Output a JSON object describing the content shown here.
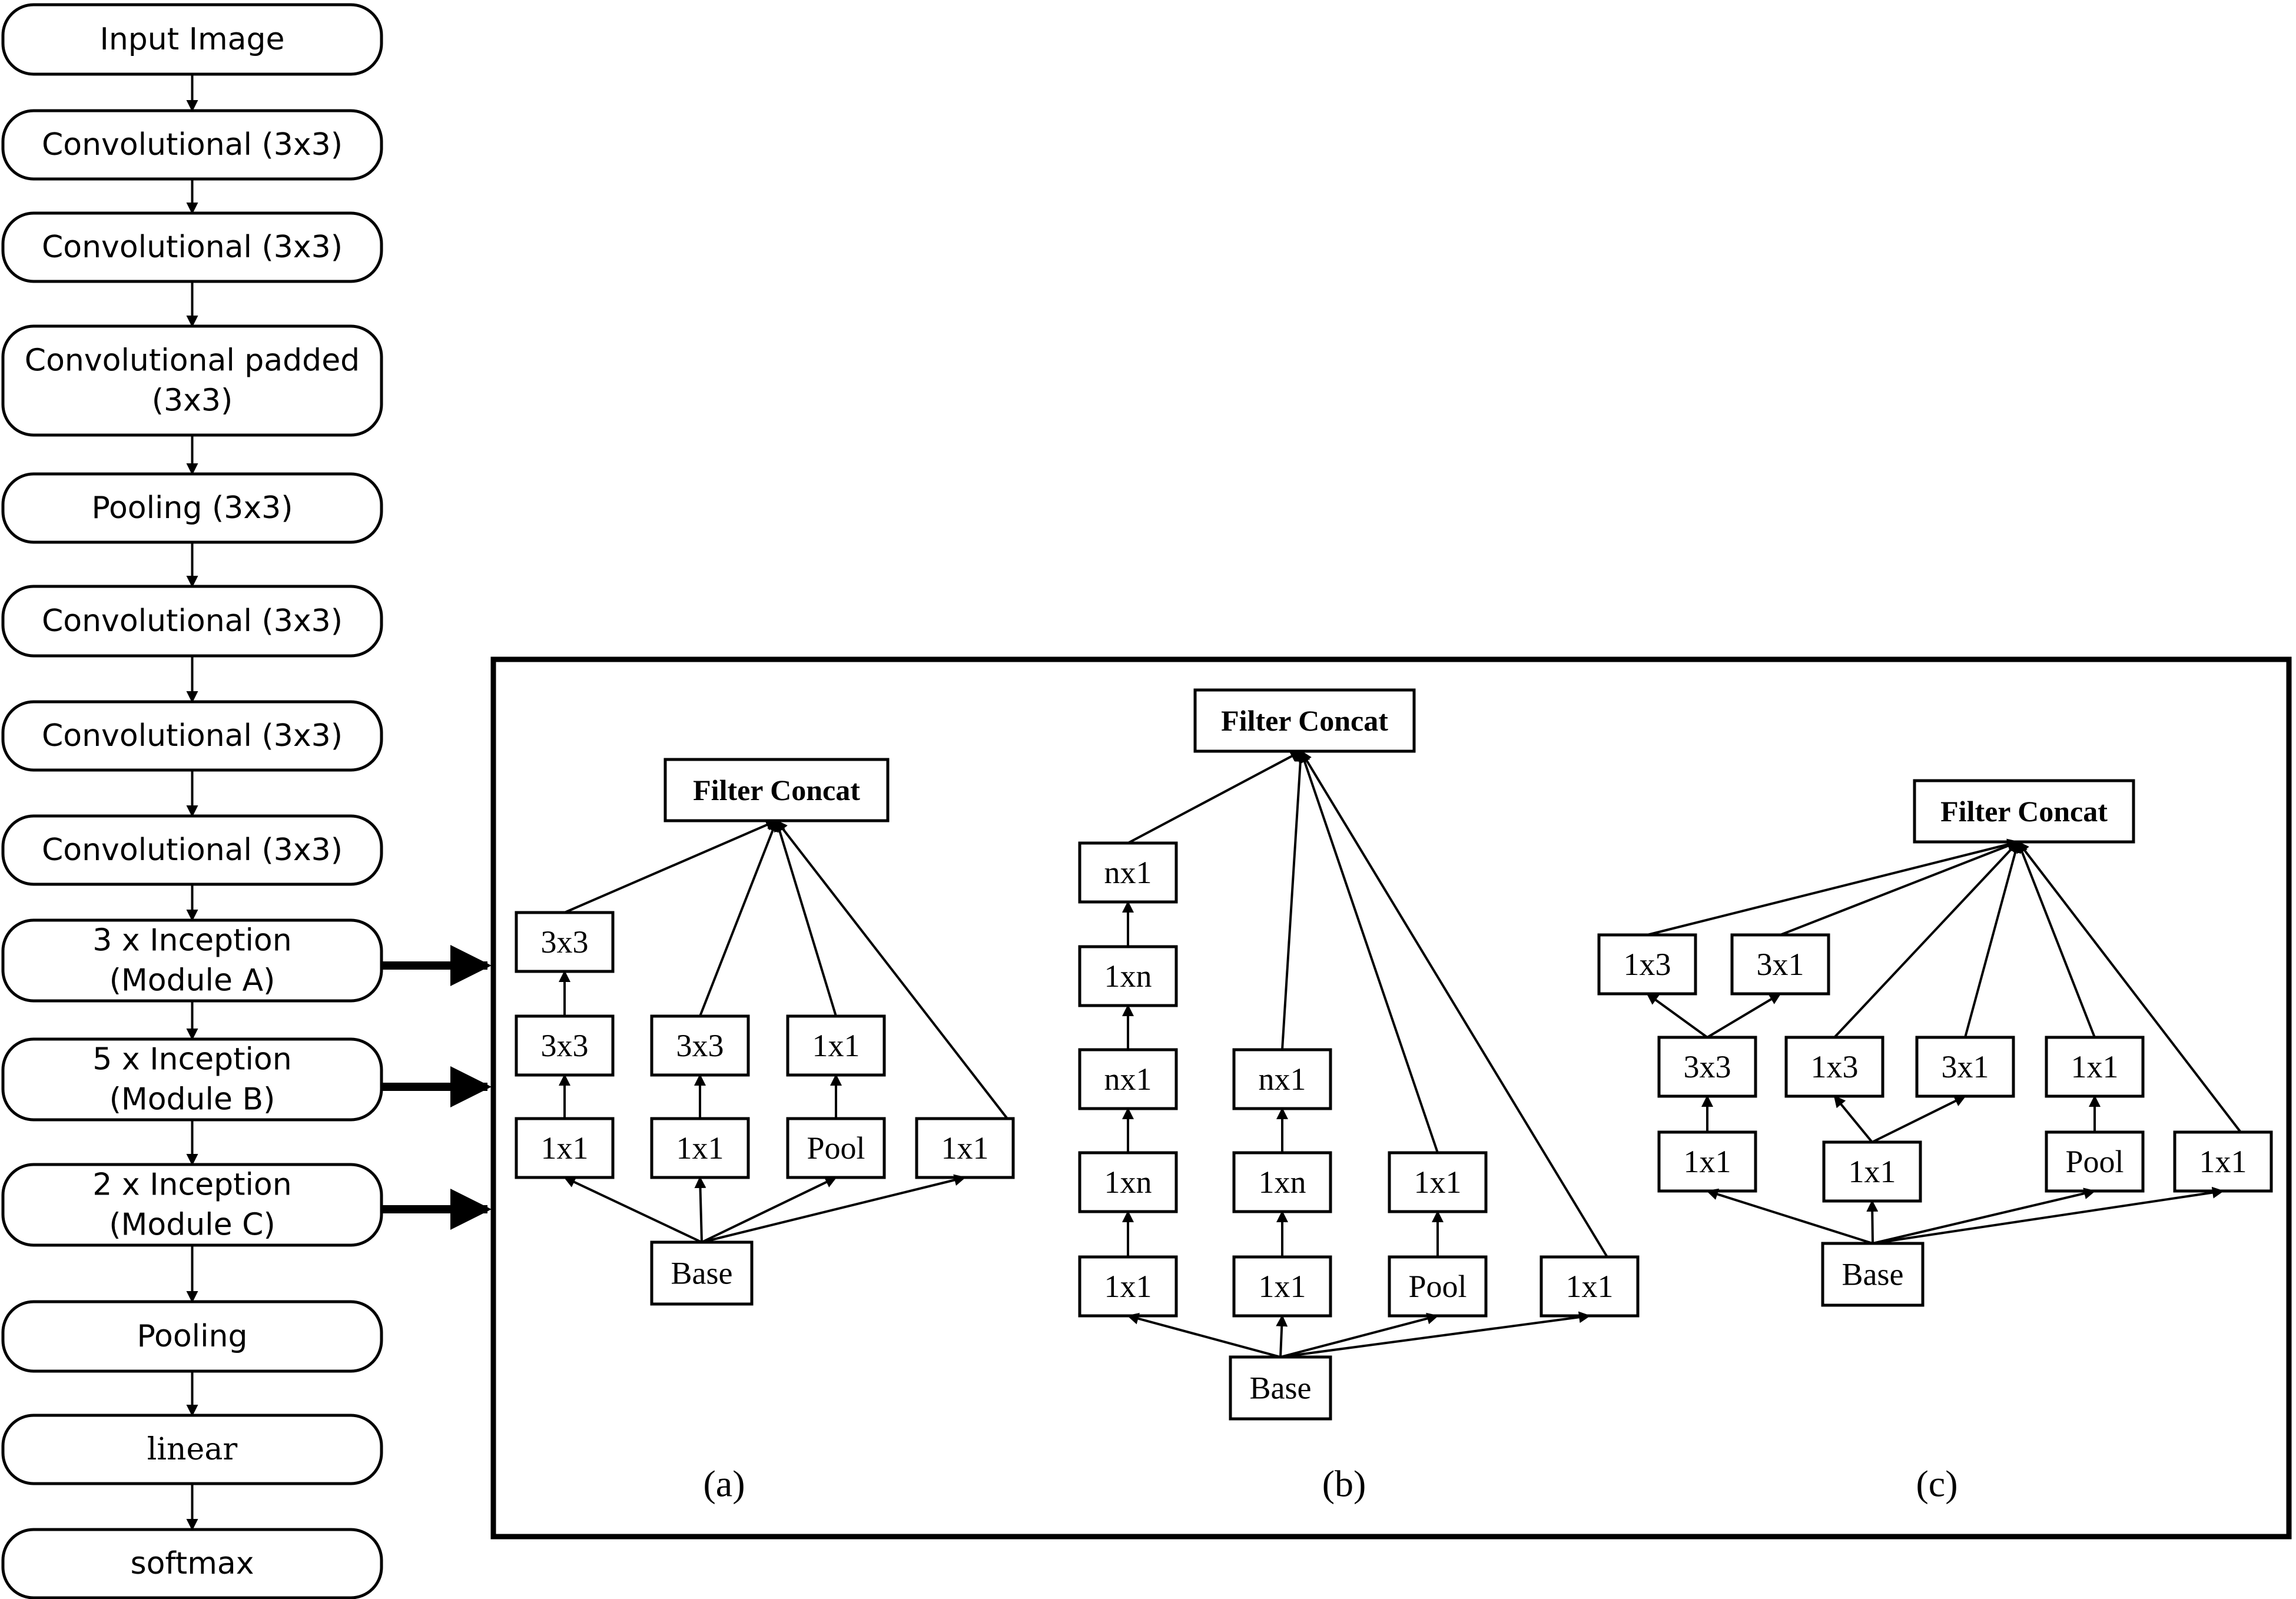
{
  "pipeline": [
    {
      "id": "input",
      "lines": [
        "Input Image"
      ]
    },
    {
      "id": "conv1",
      "lines": [
        "Convolutional (3x3)"
      ]
    },
    {
      "id": "conv2",
      "lines": [
        "Convolutional (3x3)"
      ]
    },
    {
      "id": "convpad",
      "lines": [
        "Convolutional padded",
        "(3x3)"
      ]
    },
    {
      "id": "pool1",
      "lines": [
        "Pooling (3x3)"
      ]
    },
    {
      "id": "conv3",
      "lines": [
        "Convolutional (3x3)"
      ]
    },
    {
      "id": "conv4",
      "lines": [
        "Convolutional (3x3)"
      ]
    },
    {
      "id": "conv5",
      "lines": [
        "Convolutional (3x3)"
      ]
    },
    {
      "id": "incA",
      "lines": [
        "3 x Inception",
        "(Module A)"
      ]
    },
    {
      "id": "incB",
      "lines": [
        "5 x Inception",
        "(Module B)"
      ]
    },
    {
      "id": "incC",
      "lines": [
        "2 x Inception",
        "(Module C)"
      ]
    },
    {
      "id": "pool2",
      "lines": [
        "Pooling"
      ]
    },
    {
      "id": "linear",
      "lines": [
        "linear"
      ]
    },
    {
      "id": "softmax",
      "lines": [
        "softmax"
      ]
    }
  ],
  "modules": {
    "a": {
      "caption": "(a)",
      "concat": "Filter Concat",
      "base": "Base",
      "boxes": {
        "a_3x3_top": "3x3",
        "a_3x3_mid": "3x3",
        "a_1x1_b1": "1x1",
        "a_3x3_b2": "3x3",
        "a_1x1_b2": "1x1",
        "a_1x1_b3": "1x1",
        "a_pool": "Pool",
        "a_1x1_b4": "1x1"
      }
    },
    "b": {
      "caption": "(b)",
      "concat": "Filter Concat",
      "base": "Base",
      "boxes": {
        "b_nx1_top": "nx1",
        "b_1xn_2": "1xn",
        "b_nx1_3": "nx1",
        "b_1xn_4": "1xn",
        "b_1x1_b1": "1x1",
        "b_nx1_b2": "nx1",
        "b_1xn_b2": "1xn",
        "b_1x1_b2": "1x1",
        "b_1x1_b3": "1x1",
        "b_pool": "Pool",
        "b_1x1_b4": "1x1"
      }
    },
    "c": {
      "caption": "(c)",
      "concat": "Filter Concat",
      "base": "Base",
      "boxes": {
        "c_1x3_a": "1x3",
        "c_3x1_a": "3x1",
        "c_3x3": "3x3",
        "c_1x1_b1": "1x1",
        "c_1x3_b": "1x3",
        "c_3x1_b": "3x1",
        "c_1x1_b2": "1x1",
        "c_1x1_b3": "1x1",
        "c_pool": "Pool",
        "c_1x1_b4": "1x1"
      }
    }
  }
}
